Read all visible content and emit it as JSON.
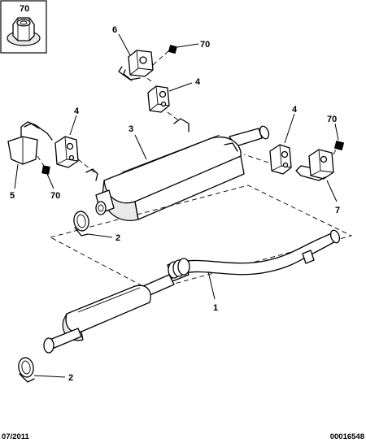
{
  "callouts": {
    "nut_inset": "70",
    "hanger_6": "6",
    "square_top": "70",
    "hanger_4_top": "4",
    "rear_silencer": "3",
    "hanger_4_left": "4",
    "hanger_4_right": "4",
    "square_right": "70",
    "bracket_5": "5",
    "square_left": "70",
    "bracket_7": "7",
    "clamp_2_upper": "2",
    "pipe_1": "1",
    "clamp_2_lower": "2"
  },
  "footer": {
    "date": "07/2011",
    "reference": "00016548"
  }
}
